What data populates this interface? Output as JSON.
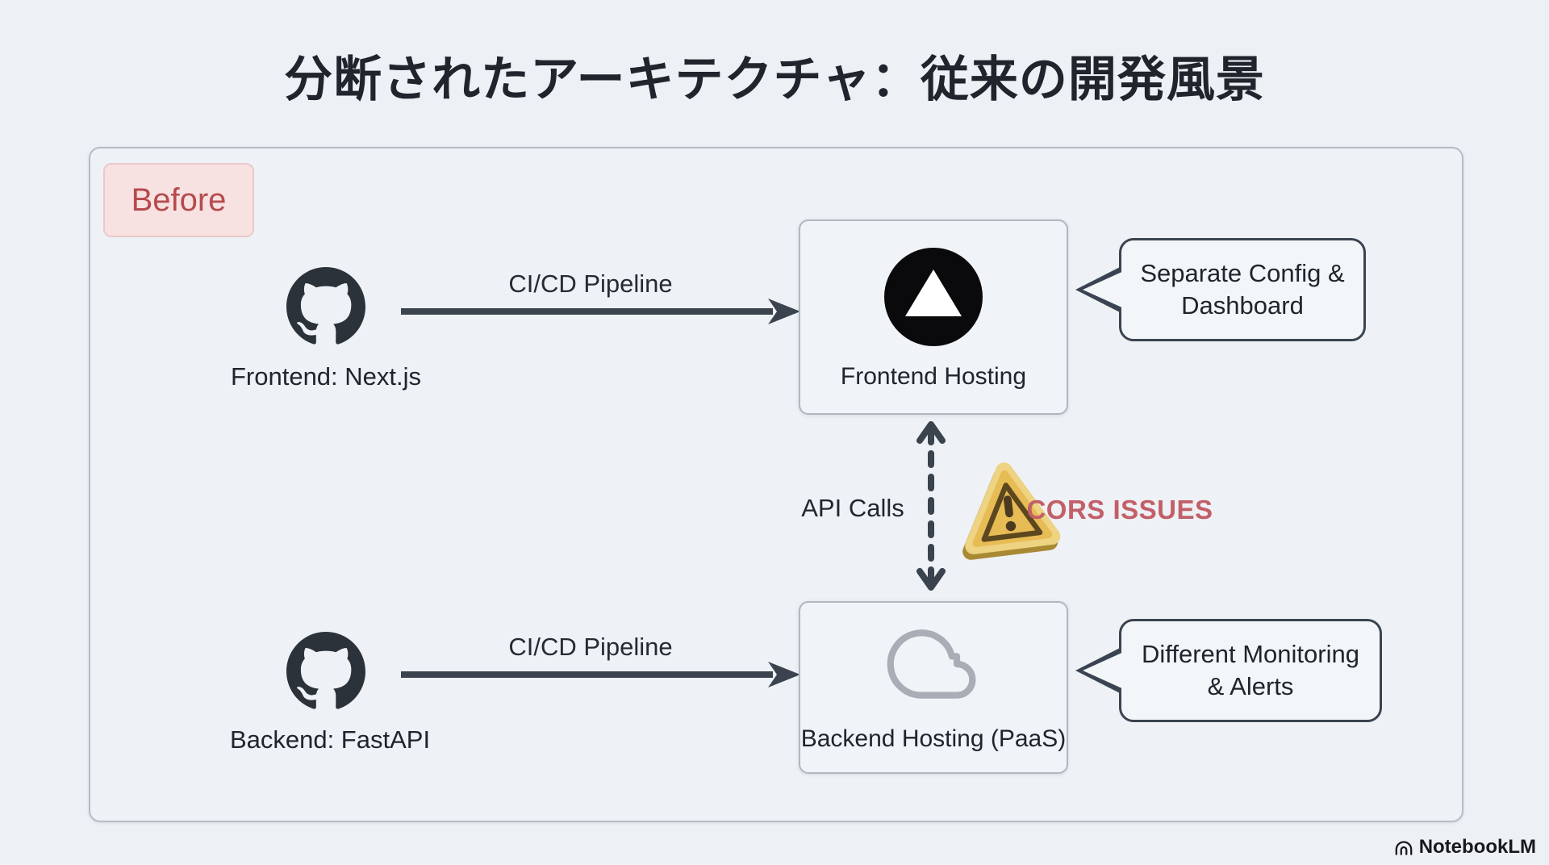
{
  "title": "分断されたアーキテクチャ：従来の開発風景",
  "badge": "Before",
  "frontend_flow": {
    "source_label": "Frontend: Next.js",
    "pipeline_label": "CI/CD Pipeline",
    "hosting_label": "Frontend Hosting",
    "callout_line1": "Separate Config &",
    "callout_line2": "Dashboard"
  },
  "backend_flow": {
    "source_label": "Backend: FastAPI",
    "pipeline_label": "CI/CD Pipeline",
    "hosting_label": "Backend Hosting (PaaS)",
    "callout_line1": "Different Monitoring",
    "callout_line2": "& Alerts"
  },
  "connection": {
    "api_label": "API Calls",
    "issue_label": "CORS ISSUES"
  },
  "watermark": "NotebookLM",
  "icons": {
    "frontend_source": "github-icon",
    "backend_source": "github-icon",
    "frontend_hosting": "vercel-icon",
    "backend_hosting": "cloud-icon",
    "issue": "warning-icon",
    "watermark": "notebooklm-icon"
  },
  "colors": {
    "background": "#edf0f4",
    "badge_bg": "#f8e1e1",
    "badge_text": "#b64a4e",
    "issue_text": "#c25f68",
    "arrow": "#3a434e",
    "github": "#2b3239",
    "vercel": "#0a0a0c",
    "cloud_stroke": "#a9aeb6",
    "warning_gold": "#e7bc55",
    "callout_border": "#3a4450"
  }
}
